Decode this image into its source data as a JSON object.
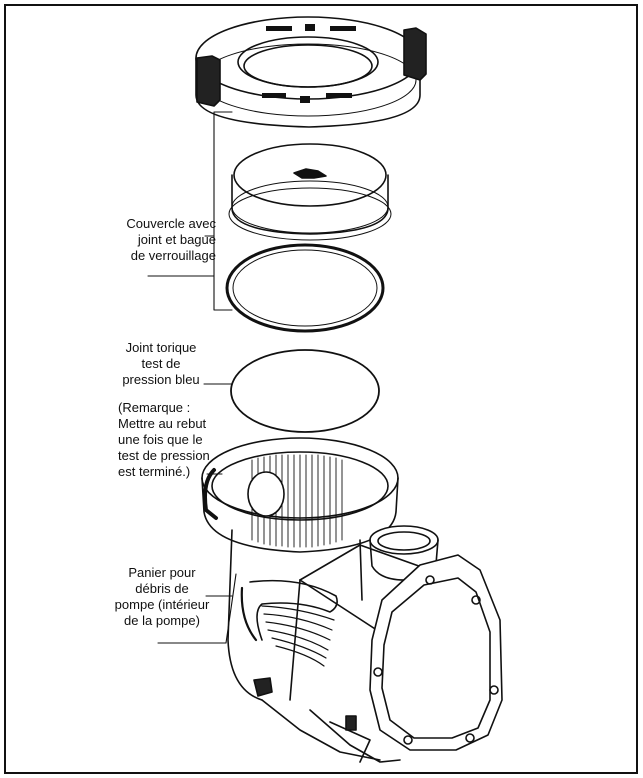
{
  "labels": {
    "cover": [
      "Couvercle avec",
      "joint et bague",
      "de verrouillage"
    ],
    "oring": [
      "Joint torique",
      "test de",
      "pression bleu"
    ],
    "note": [
      "(Remarque :",
      "Mettre au rebut",
      "une fois que le",
      "test de pression",
      "est terminé.)"
    ],
    "basket": [
      "Panier pour",
      "débris de",
      "pompe (intérieur",
      "de la pompe)"
    ]
  }
}
